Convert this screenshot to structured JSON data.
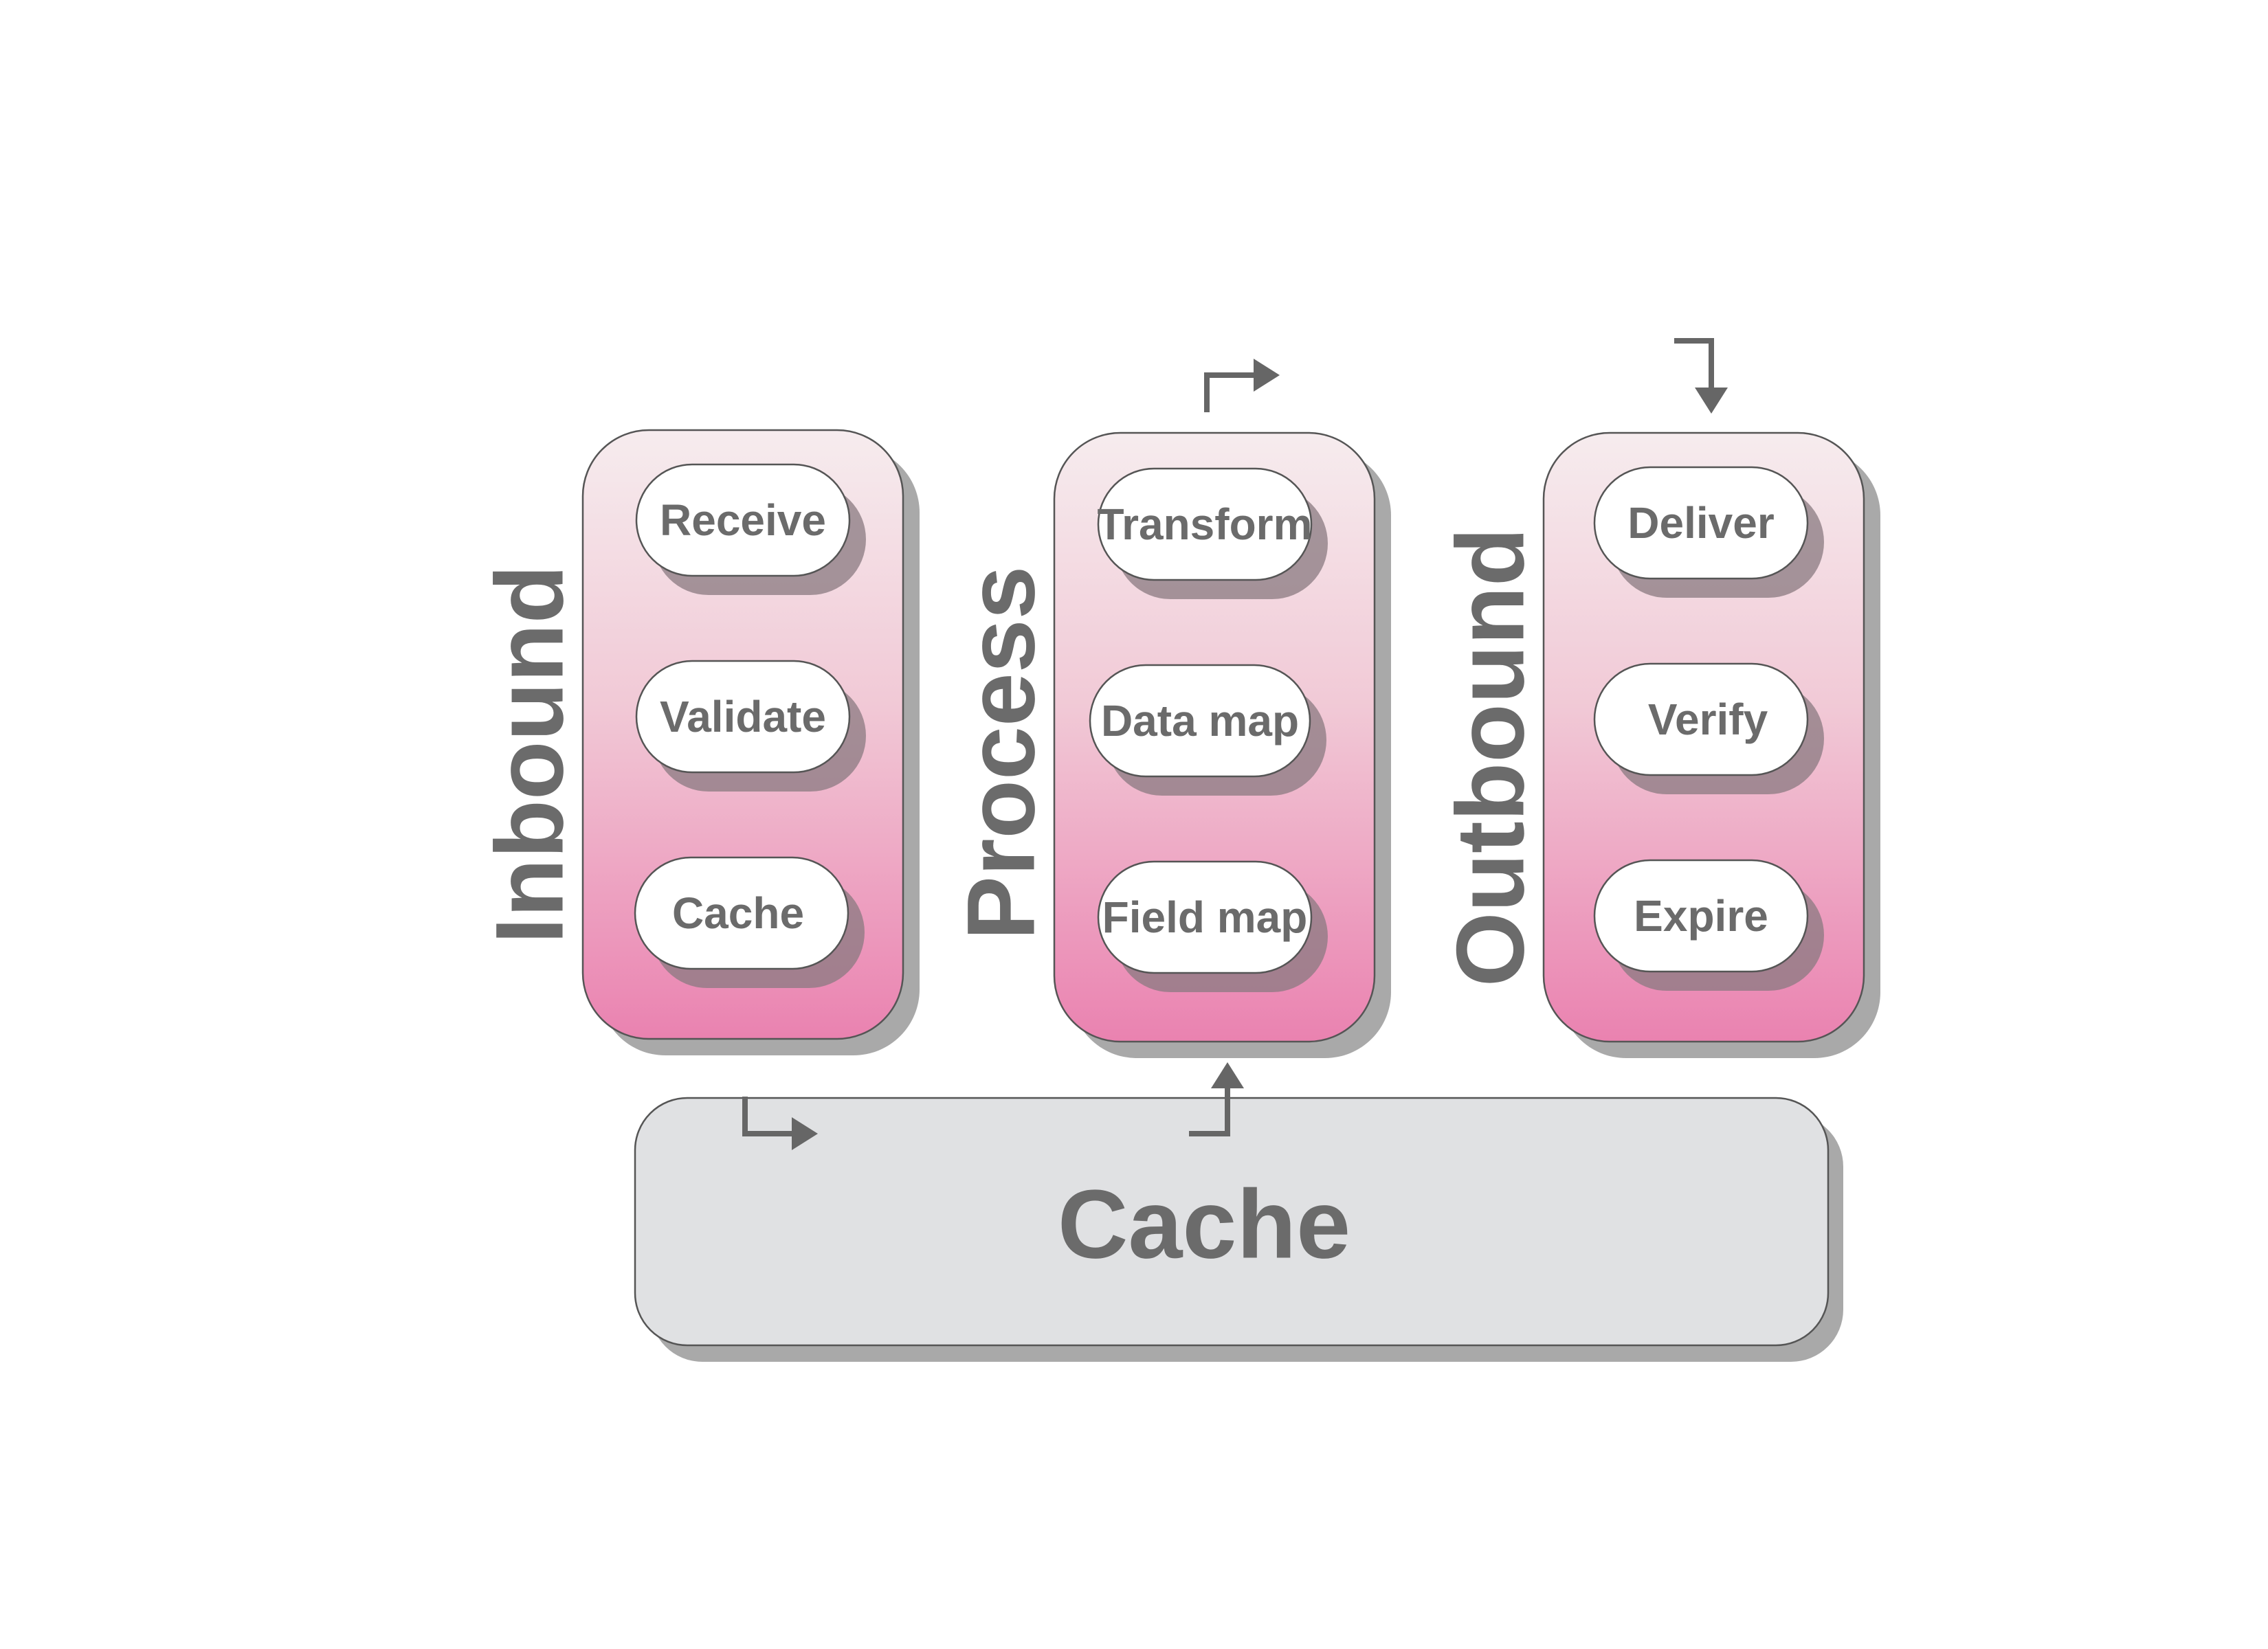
{
  "stages": [
    {
      "name": "Inbound",
      "steps": [
        "Receive",
        "Validate",
        "Cache"
      ]
    },
    {
      "name": "Process",
      "steps": [
        "Transform",
        "Data map",
        "Field map"
      ]
    },
    {
      "name": "Outbound",
      "steps": [
        "Deliver",
        "Verify",
        "Expire"
      ]
    }
  ],
  "base": {
    "label": "Cache"
  },
  "colors": {
    "stage_gradient_top": "#f6ecee",
    "stage_gradient_bottom": "#ea82b0",
    "base_fill": "#e0e1e3",
    "text": "#6b6b6b",
    "connector": "#666666"
  },
  "connectors": [
    {
      "name": "process-top-arrow-icon",
      "icon": "turn-right-arrow"
    },
    {
      "name": "outbound-top-arrow-icon",
      "icon": "turn-down-arrow"
    },
    {
      "name": "base-left-arrow-icon",
      "icon": "turn-right-arrow"
    },
    {
      "name": "base-process-arrow-icon",
      "icon": "turn-up-arrow"
    }
  ]
}
